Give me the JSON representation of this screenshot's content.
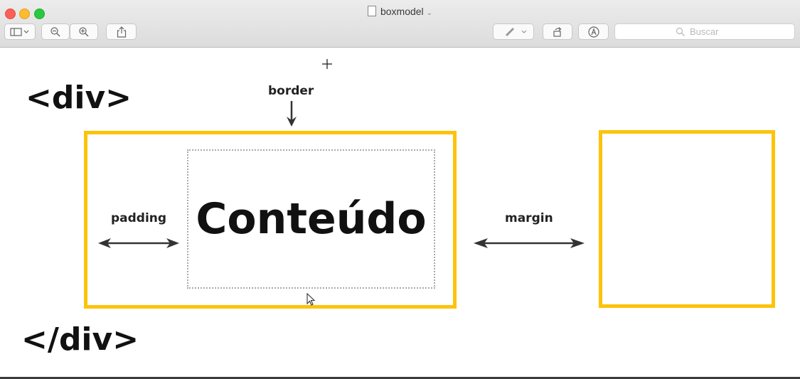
{
  "window": {
    "title": "boxmodel"
  },
  "toolbar": {
    "sidebar_icon": "sidebar-icon",
    "zoom_out_icon": "zoom-out-icon",
    "zoom_in_icon": "zoom-in-icon",
    "share_icon": "share-icon",
    "markup_icon": "pen-icon",
    "rotate_icon": "rotate-icon",
    "annotate_icon": "markup-icon",
    "search_placeholder": "Buscar"
  },
  "diagram": {
    "open_tag": "<div>",
    "close_tag": "</div>",
    "border_label": "border",
    "padding_label": "padding",
    "margin_label": "margin",
    "content_label": "Conteúdo"
  },
  "colors": {
    "box_border": "#fdc30a",
    "content_outline": "#a9a9a9",
    "text": "#111111"
  }
}
